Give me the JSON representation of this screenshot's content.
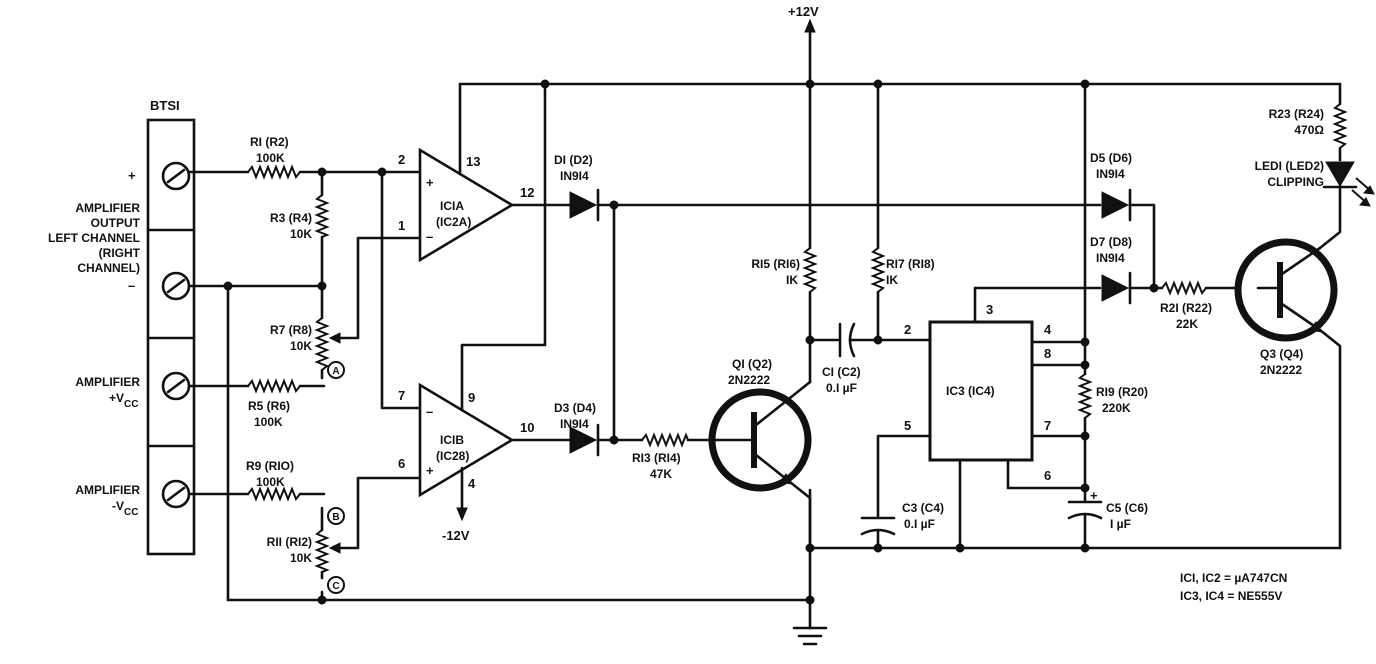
{
  "supply": {
    "pos": "+12V",
    "neg": "-12V"
  },
  "terminal_block": {
    "name": "BTSI",
    "plus": "+",
    "minus": "–",
    "input_label": [
      "AMPLIFIER",
      "OUTPUT",
      "LEFT CHANNEL",
      "(RIGHT",
      "CHANNEL)"
    ],
    "vcc_pos": {
      "line1": "AMPLIFIER",
      "line2": "+V",
      "sub": "CC"
    },
    "vcc_neg": {
      "line1": "AMPLIFIER",
      "line2": "-V",
      "sub": "CC"
    }
  },
  "resistors": {
    "r1": {
      "name": "RI (R2)",
      "value": "100K"
    },
    "r3": {
      "name": "R3 (R4)",
      "value": "10K"
    },
    "r7": {
      "name": "R7 (R8)",
      "value": "10K"
    },
    "r5": {
      "name": "R5 (R6)",
      "value": "100K"
    },
    "r9": {
      "name": "R9 (RIO)",
      "value": "100K"
    },
    "r11": {
      "name": "RII (RI2)",
      "value": "10K"
    },
    "r13": {
      "name": "RI3 (RI4)",
      "value": "47K"
    },
    "r15": {
      "name": "RI5 (RI6)",
      "value": "IK"
    },
    "r17": {
      "name": "RI7 (RI8)",
      "value": "IK"
    },
    "r19": {
      "name": "RI9 (R20)",
      "value": "220K"
    },
    "r21": {
      "name": "R2I (R22)",
      "value": "22K"
    },
    "r23": {
      "name": "R23 (R24)",
      "value": "470Ω"
    }
  },
  "opamps": {
    "a": {
      "name": "ICIA",
      "alt": "(IC2A)",
      "pins": {
        "plus": "2",
        "minus": "1",
        "vcc": "13",
        "out": "12"
      }
    },
    "b": {
      "name": "ICIB",
      "alt": "(IC28)",
      "pins": {
        "minus": "7",
        "plus": "6",
        "vcc": "9",
        "vee": "4",
        "out": "10"
      }
    }
  },
  "diodes": {
    "d1": {
      "name": "DI (D2)",
      "type": "IN9I4"
    },
    "d3": {
      "name": "D3 (D4)",
      "type": "IN9I4"
    },
    "d5": {
      "name": "D5 (D6)",
      "type": "IN9I4"
    },
    "d7": {
      "name": "D7 (D8)",
      "type": "IN9I4"
    }
  },
  "transistors": {
    "q1": {
      "name": "QI (Q2)",
      "type": "2N2222"
    },
    "q3": {
      "name": "Q3 (Q4)",
      "type": "2N2222"
    }
  },
  "capacitors": {
    "c1": {
      "name": "CI (C2)",
      "value": "0.I µF"
    },
    "c3": {
      "name": "C3 (C4)",
      "value": "0.I µF"
    },
    "c5": {
      "name": "C5 (C6)",
      "value": "I µF",
      "polarity": "+"
    }
  },
  "timer": {
    "name": "IC3 (IC4)",
    "pins": [
      "2",
      "3",
      "4",
      "8",
      "7",
      "5",
      "6"
    ]
  },
  "led": {
    "name": "LEDI (LED2)",
    "label": "CLIPPING"
  },
  "test_points": [
    "A",
    "B",
    "C"
  ],
  "notes": [
    "ICI, IC2 = µA747CN",
    "IC3, IC4 = NE555V"
  ]
}
